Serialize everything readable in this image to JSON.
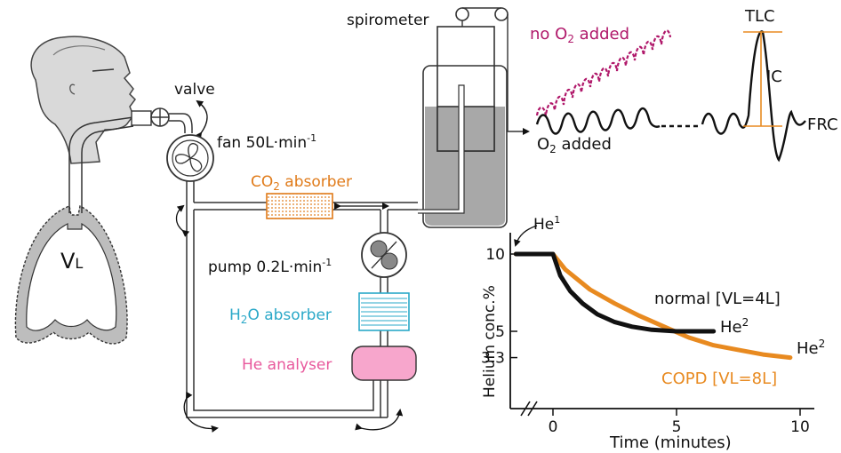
{
  "labels": {
    "valve": "valve",
    "fan": "fan 50L·min",
    "fan_sup": "-1",
    "co2_main": "CO",
    "co2_sub": "2",
    "co2_rest": " absorber",
    "pump": "pump 0.2L·min",
    "pump_sup": "-1",
    "h2o_main": "H",
    "h2o_sub": "2",
    "h2o_rest": "O absorber",
    "he_analyser": "He analyser",
    "spirometer": "spirometer",
    "no_o2_pre": "no O",
    "no_o2_sub": "2",
    "no_o2_post": " added",
    "o2_pre": "O",
    "o2_sub": "2",
    "o2_post": " added",
    "tlc": "TLC",
    "ic": "IC",
    "frc": "FRC",
    "vl_main": "V",
    "vl_sub": "L"
  },
  "colors": {
    "co2": "#e07b1a",
    "h2o": "#2aa8c8",
    "he": "#e8589c",
    "he_fill": "#f7a6cc",
    "no_o2": "#b0186a",
    "copd": "#e88a20",
    "normal": "#111111",
    "lung_fill": "#bdbdbd",
    "water": "#a8a8a8"
  },
  "chart_data": {
    "type": "line",
    "xlabel": "Time (minutes)",
    "ylabel": "Helium conc.%",
    "x_ticks": [
      "0",
      "5",
      "10"
    ],
    "y_ticks": [
      "10",
      "5",
      "3.3"
    ],
    "xlim": [
      -1.5,
      10
    ],
    "ylim": [
      0,
      10.6
    ],
    "start_label_main": "He",
    "start_label_sup": "1",
    "series": [
      {
        "name": "normal [VL=4L]",
        "end_main": "He",
        "end_sup": "2",
        "color": "#111111",
        "x": [
          -1.5,
          0,
          0.3,
          0.7,
          1.2,
          1.8,
          2.5,
          3.2,
          4,
          5,
          6.5
        ],
        "y": [
          10,
          10,
          8.6,
          7.6,
          6.8,
          6.1,
          5.6,
          5.3,
          5.1,
          5.0,
          5.0
        ]
      },
      {
        "name": "COPD [VL=8L]",
        "end_main": "He",
        "end_sup": "2",
        "color": "#e88a20",
        "x": [
          -1.5,
          0,
          0.5,
          1.5,
          2.5,
          3.5,
          4.5,
          5.5,
          6.5,
          7.5,
          8.5,
          9.6
        ],
        "y": [
          10,
          10,
          9.0,
          7.7,
          6.8,
          6.0,
          5.3,
          4.6,
          4.1,
          3.8,
          3.5,
          3.3
        ]
      }
    ]
  }
}
